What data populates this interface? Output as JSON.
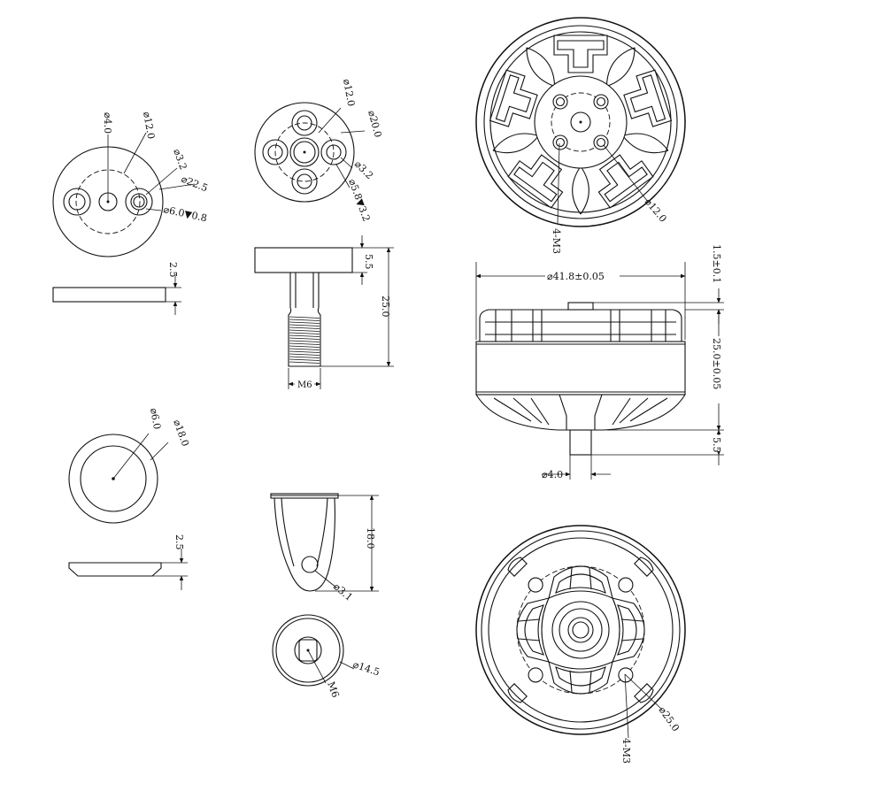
{
  "washer_top": {
    "d_hole": "⌀4.0",
    "d_pcd": "⌀12.0",
    "d_hole2": "⌀3.2",
    "d_outer": "⌀22.5",
    "counterbore": "⌀6.0▼0.8"
  },
  "washer_side": {
    "thickness": "2.5"
  },
  "prop_adapter_top": {
    "d_pcd": "⌀12.0",
    "d_outer": "⌀20.0",
    "d_hole": "⌀3.2",
    "counterbore": "⌀5.8▼3.2"
  },
  "prop_adapter_side": {
    "head_height": "5.5",
    "total_height": "25.0",
    "thread": "M6"
  },
  "spacer_top": {
    "d_inner": "⌀6.0",
    "d_outer": "⌀18.0"
  },
  "spacer_side": {
    "thickness": "2.5"
  },
  "nut_side": {
    "height": "18.0",
    "hole": "⌀3.1"
  },
  "nut_bottom": {
    "thread": "M6",
    "d_outer": "⌀14.5"
  },
  "motor_top": {
    "screws": "4-M3",
    "d_pcd": "⌀12.0"
  },
  "motor_side": {
    "d_body": "⌀41.8±0.05",
    "top_gap": "1.5±0.1",
    "height": "25.0±0.05",
    "shaft_len": "5.5",
    "d_shaft": "⌀4.0"
  },
  "motor_bottom": {
    "d_pcd": "⌀25.0",
    "screws": "4-M3"
  }
}
